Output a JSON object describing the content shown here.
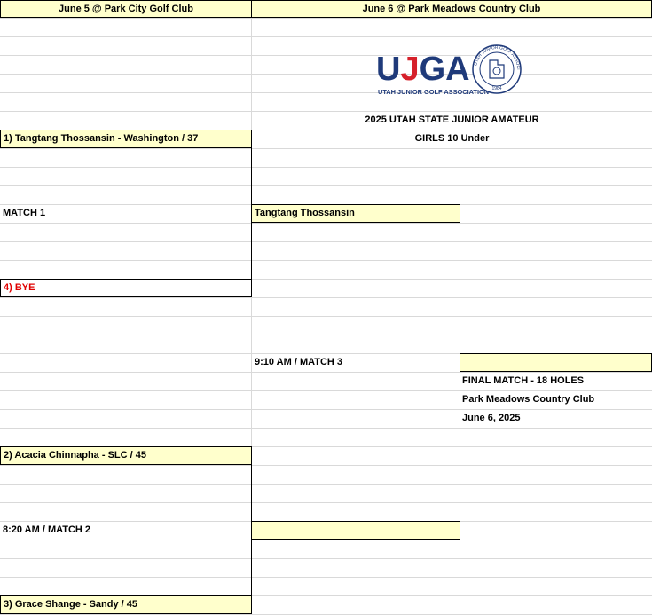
{
  "headers": {
    "day1": "June 5 @ Park City Golf Club",
    "day2": "June 6 @ Park Meadows Country Club"
  },
  "logo": {
    "wordmark": "UJGA",
    "subtitle": "UTAH JUNIOR GOLF ASSOCIATION",
    "seal_text": "UTAH JUNIOR GOLF ASSOCIATION",
    "seal_year": "1984",
    "colors": {
      "navy": "#1f3a7a",
      "red": "#d6202a"
    }
  },
  "event": {
    "title": "2025 UTAH STATE JUNIOR AMATEUR",
    "division": "GIRLS 10 Under"
  },
  "round1": {
    "seed1": "1) Tangtang Thossansin - Washington / 37",
    "match1": "MATCH 1",
    "seed4": "4) BYE",
    "seed2": "2) Acacia Chinnapha - SLC / 45",
    "match2": "8:20 AM / MATCH 2",
    "seed3": "3) Grace Shange - Sandy / 45"
  },
  "round2": {
    "winner1": "Tangtang Thossansin",
    "match3": "9:10 AM / MATCH 3",
    "winner2": ""
  },
  "final": {
    "winner": "",
    "label": "FINAL MATCH - 18 HOLES",
    "venue": "Park Meadows Country Club",
    "date": "June 6, 2025"
  },
  "accent_colors": {
    "cell_fill": "#ffffcc",
    "bye_red": "#e00000"
  }
}
